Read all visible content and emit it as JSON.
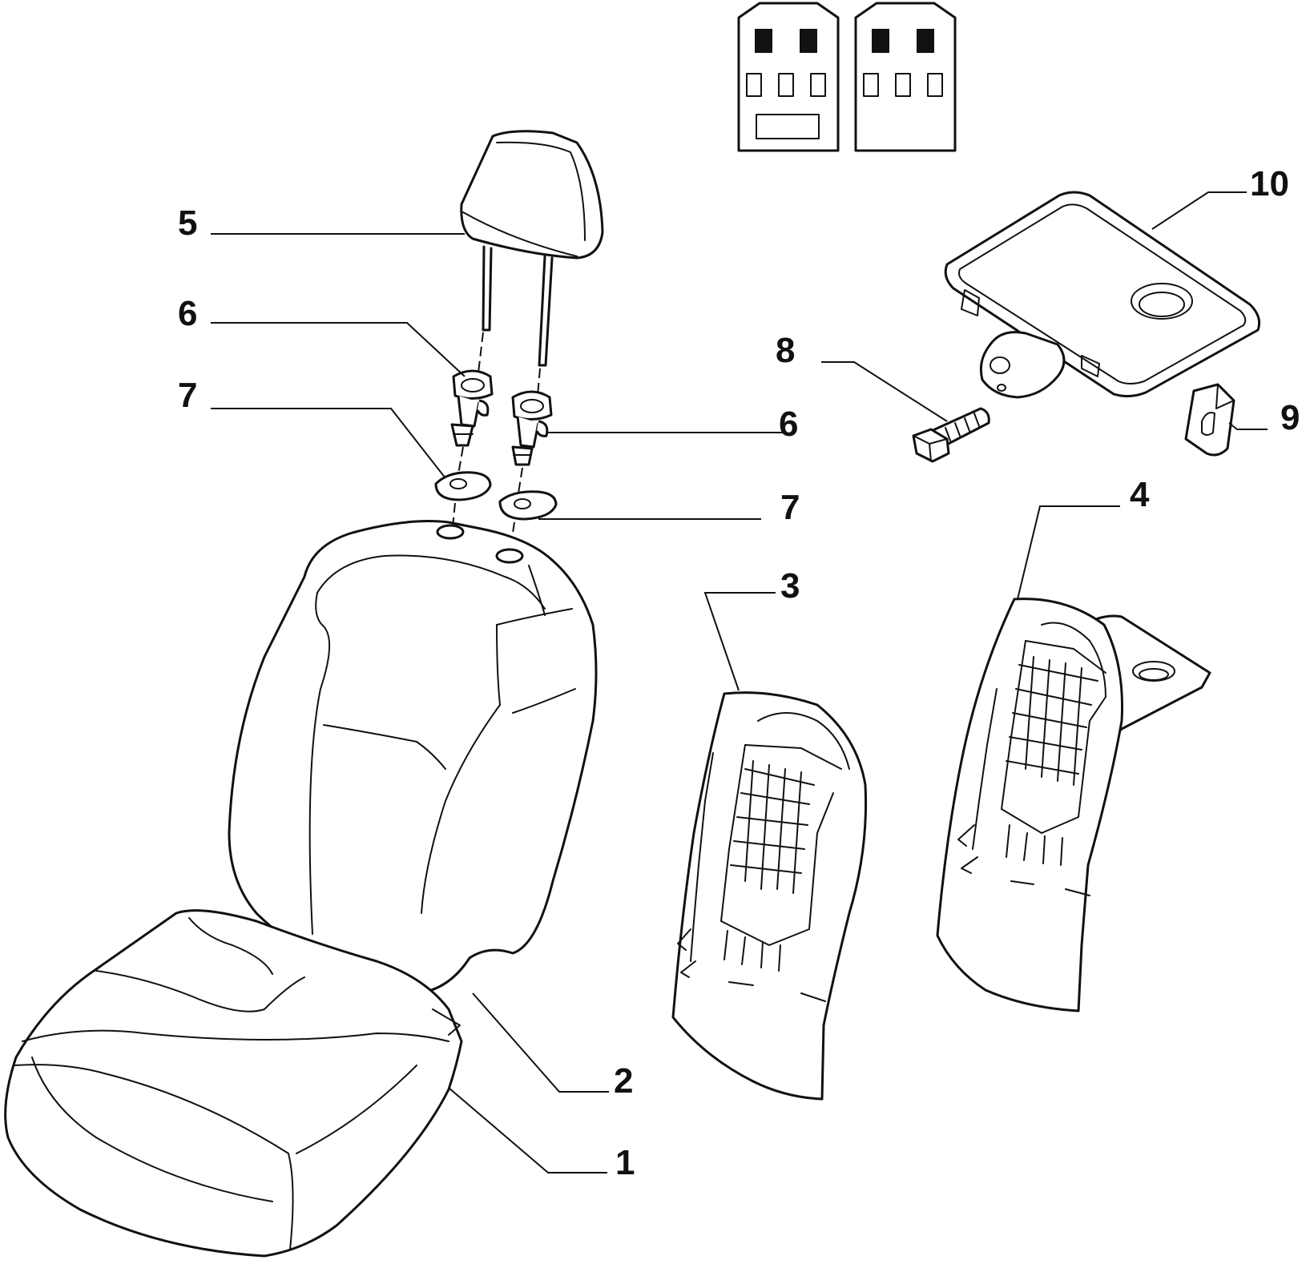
{
  "callouts": {
    "c1": "1",
    "c2": "2",
    "c3": "3",
    "c4": "4",
    "c5": "5",
    "c6a": "6",
    "c6b": "6",
    "c7a": "7",
    "c7b": "7",
    "c8": "8",
    "c9": "9",
    "c10": "10"
  },
  "icons": [
    "seat-config-icon-a",
    "seat-config-icon-b"
  ],
  "colors": {
    "line": "#111111",
    "background": "#ffffff"
  }
}
